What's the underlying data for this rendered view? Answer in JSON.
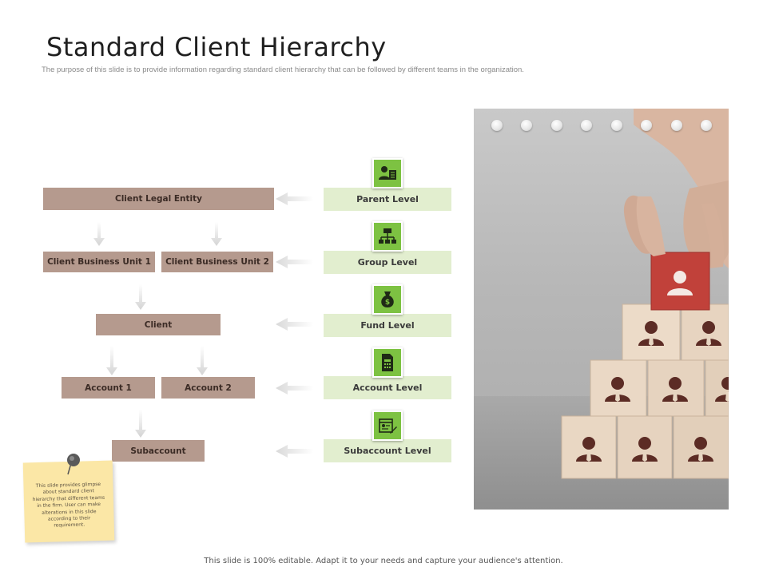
{
  "slide": {
    "title": "Standard Client Hierarchy",
    "subtitle": "The purpose of this slide is to provide information regarding standard client hierarchy that can be followed by different teams in the organization.",
    "footer": "This slide is 100% editable. Adapt it to your needs and capture your audience's attention."
  },
  "hierarchy": {
    "client_legal_entity": "Client Legal Entity",
    "business_unit_1": "Client Business Unit 1",
    "business_unit_2": "Client Business Unit 2",
    "client": "Client",
    "account_1": "Account 1",
    "account_2": "Account 2",
    "subaccount": "Subaccount"
  },
  "levels": [
    {
      "label": "Parent Level",
      "icon": "user-document-icon"
    },
    {
      "label": "Group Level",
      "icon": "org-chart-icon"
    },
    {
      "label": "Fund Level",
      "icon": "money-bag-icon"
    },
    {
      "label": "Account Level",
      "icon": "calculator-document-icon"
    },
    {
      "label": "Subaccount Level",
      "icon": "id-card-edit-icon"
    }
  ],
  "note": {
    "text": "This slide provides glimpse about standard client hierarchy that different teams in the firm. User can make alterations in this slide according to their requirement."
  },
  "colors": {
    "box_fill": "#b59a8e",
    "level_fill": "#e2eecf",
    "icon_fill": "#7dc242",
    "note_fill": "#fbe7a6",
    "highlight_block": "#c1413a"
  }
}
